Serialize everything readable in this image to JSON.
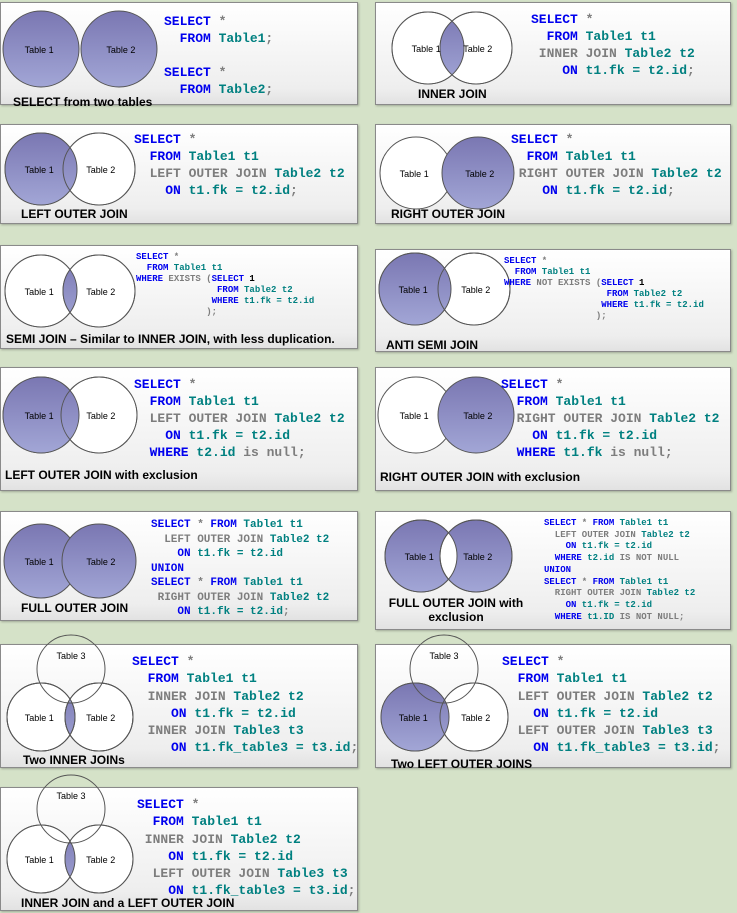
{
  "table1_label": "Table 1",
  "table2_label": "Table 2",
  "table3_label": "Table 3",
  "colors": {
    "fill": "#7a77b2",
    "fill_light": "#a2a6d6",
    "stroke": "#555555",
    "background": "#d5e2c8",
    "keyword": "#0000ee",
    "identifier": "#008080",
    "gray": "#7d7d7d"
  },
  "panels": [
    {
      "caption": "SELECT from two tables",
      "shade": [
        "a",
        "b"
      ],
      "sql": [
        [
          [
            "SELECT",
            "kw"
          ],
          [
            " *",
            "gy"
          ]
        ],
        [
          [
            "  FROM",
            "kw"
          ],
          [
            " Table1",
            "tl"
          ],
          [
            ";",
            "gy"
          ]
        ],
        [],
        [
          [
            "SELECT",
            "kw"
          ],
          [
            " *",
            "gy"
          ]
        ],
        [
          [
            "  FROM",
            "kw"
          ],
          [
            " Table2",
            "tl"
          ],
          [
            ";",
            "gy"
          ]
        ]
      ]
    },
    {
      "caption": "INNER JOIN",
      "shade": [
        "ab"
      ],
      "sql": [
        [
          [
            "SELECT",
            "kw"
          ],
          [
            " *",
            "gy"
          ]
        ],
        [
          [
            "  FROM",
            "kw"
          ],
          [
            " Table1 t1",
            "tl"
          ]
        ],
        [
          [
            " INNER JOIN",
            "gy"
          ],
          [
            " Table2 t2",
            "tl"
          ]
        ],
        [
          [
            "    ON",
            "kw"
          ],
          [
            " t1.fk = t2.id",
            "tl"
          ],
          [
            ";",
            "gy"
          ]
        ]
      ]
    },
    {
      "caption": "LEFT OUTER JOIN",
      "shade": [
        "a"
      ],
      "sql": [
        [
          [
            "SELECT",
            "kw"
          ],
          [
            " *",
            "gy"
          ]
        ],
        [
          [
            "  FROM",
            "kw"
          ],
          [
            " Table1 t1",
            "tl"
          ]
        ],
        [
          [
            "  LEFT OUTER JOIN",
            "gy"
          ],
          [
            " Table2 t2",
            "tl"
          ]
        ],
        [
          [
            "    ON",
            "kw"
          ],
          [
            " t1.fk = t2.id",
            "tl"
          ],
          [
            ";",
            "gy"
          ]
        ]
      ]
    },
    {
      "caption": "RIGHT OUTER JOIN",
      "shade": [
        "b"
      ],
      "sql": [
        [
          [
            "SELECT",
            "kw"
          ],
          [
            " *",
            "gy"
          ]
        ],
        [
          [
            "  FROM",
            "kw"
          ],
          [
            " Table1 t1",
            "tl"
          ]
        ],
        [
          [
            " RIGHT OUTER JOIN",
            "gy"
          ],
          [
            " Table2 t2",
            "tl"
          ]
        ],
        [
          [
            "    ON",
            "kw"
          ],
          [
            " t1.fk = t2.id",
            "tl"
          ],
          [
            ";",
            "gy"
          ]
        ]
      ]
    },
    {
      "caption": "SEMI JOIN – Similar to INNER JOIN, with less duplication.",
      "shade": [
        "ab"
      ],
      "sql": [
        [
          [
            "SELECT",
            "kw"
          ],
          [
            " *",
            "gy"
          ]
        ],
        [
          [
            "  FROM",
            "kw"
          ],
          [
            " Table1 t1",
            "tl"
          ]
        ],
        [
          [
            "WHERE",
            "kw"
          ],
          [
            " EXISTS (",
            "gy"
          ],
          [
            "SELECT",
            "kw"
          ],
          [
            " 1",
            "bk"
          ]
        ],
        [
          [
            "               FROM",
            "kw"
          ],
          [
            " Table2 t2",
            "tl"
          ]
        ],
        [
          [
            "              WHERE",
            "kw"
          ],
          [
            " t1.fk = t2.id",
            "tl"
          ]
        ],
        [
          [
            "             );",
            "gy"
          ]
        ]
      ]
    },
    {
      "caption": "ANTI SEMI JOIN",
      "shade": [
        "a"
      ],
      "sql": [
        [
          [
            "SELECT",
            "kw"
          ],
          [
            " *",
            "gy"
          ]
        ],
        [
          [
            "  FROM",
            "kw"
          ],
          [
            " Table1 t1",
            "tl"
          ]
        ],
        [
          [
            "WHERE",
            "kw"
          ],
          [
            " NOT EXISTS (",
            "gy"
          ],
          [
            "SELECT",
            "kw"
          ],
          [
            " 1",
            "bk"
          ]
        ],
        [
          [
            "                   FROM",
            "kw"
          ],
          [
            " Table2 t2",
            "tl"
          ]
        ],
        [
          [
            "                  WHERE",
            "kw"
          ],
          [
            " t1.fk = t2.id",
            "tl"
          ]
        ],
        [
          [
            "                 );",
            "gy"
          ]
        ]
      ]
    },
    {
      "caption": "LEFT OUTER JOIN with exclusion",
      "shade": [
        "a"
      ],
      "sql": [
        [
          [
            "SELECT",
            "kw"
          ],
          [
            " *",
            "gy"
          ]
        ],
        [
          [
            "  FROM",
            "kw"
          ],
          [
            " Table1 t1",
            "tl"
          ]
        ],
        [
          [
            "  LEFT OUTER JOIN",
            "gy"
          ],
          [
            " Table2 t2",
            "tl"
          ]
        ],
        [
          [
            "    ON",
            "kw"
          ],
          [
            " t1.fk = t2.id",
            "tl"
          ]
        ],
        [
          [
            "  WHERE",
            "kw"
          ],
          [
            " t2.id",
            "tl"
          ],
          [
            " is null;",
            "gy"
          ]
        ]
      ]
    },
    {
      "caption": "RIGHT OUTER JOIN with exclusion",
      "shade": [
        "b"
      ],
      "sql": [
        [
          [
            "SELECT",
            "kw"
          ],
          [
            " *",
            "gy"
          ]
        ],
        [
          [
            "  FROM",
            "kw"
          ],
          [
            " Table1 t1",
            "tl"
          ]
        ],
        [
          [
            "  RIGHT OUTER JOIN",
            "gy"
          ],
          [
            " Table2 t2",
            "tl"
          ]
        ],
        [
          [
            "    ON",
            "kw"
          ],
          [
            " t1.fk = t2.id",
            "tl"
          ]
        ],
        [
          [
            "  WHERE",
            "kw"
          ],
          [
            " t1.fk",
            "tl"
          ],
          [
            " is null;",
            "gy"
          ]
        ]
      ]
    },
    {
      "caption": "FULL OUTER JOIN",
      "shade": [
        "a",
        "b"
      ],
      "sql": [
        [
          [
            "SELECT",
            "kw"
          ],
          [
            " *",
            "gy"
          ],
          [
            " FROM",
            "kw"
          ],
          [
            " Table1 t1",
            "tl"
          ]
        ],
        [
          [
            "  LEFT OUTER JOIN",
            "gy"
          ],
          [
            " Table2 t2",
            "tl"
          ]
        ],
        [
          [
            "    ON",
            "kw"
          ],
          [
            " t1.fk = t2.id",
            "tl"
          ]
        ],
        [
          [
            "UNION",
            "kw"
          ]
        ],
        [
          [
            "SELECT",
            "kw"
          ],
          [
            " *",
            "gy"
          ],
          [
            " FROM",
            "kw"
          ],
          [
            " Table1 t1",
            "tl"
          ]
        ],
        [
          [
            " RIGHT OUTER JOIN",
            "gy"
          ],
          [
            " Table2 t2",
            "tl"
          ]
        ],
        [
          [
            "    ON",
            "kw"
          ],
          [
            " t1.fk = t2.id",
            "tl"
          ],
          [
            ";",
            "gy"
          ]
        ]
      ]
    },
    {
      "caption": "FULL OUTER JOIN with exclusion",
      "shade": [
        "a-only",
        "b-only"
      ],
      "sql": [
        [
          [
            "SELECT",
            "kw"
          ],
          [
            " *",
            "gy"
          ],
          [
            " FROM",
            "kw"
          ],
          [
            " Table1 t1",
            "tl"
          ]
        ],
        [
          [
            "  LEFT OUTER JOIN",
            "gy"
          ],
          [
            " Table2 t2",
            "tl"
          ]
        ],
        [
          [
            "    ON",
            "kw"
          ],
          [
            " t1.fk = t2.id",
            "tl"
          ]
        ],
        [
          [
            "  WHERE",
            "kw"
          ],
          [
            " t2.id",
            "tl"
          ],
          [
            " IS NOT NULL",
            "gy"
          ]
        ],
        [
          [
            "UNION",
            "kw"
          ]
        ],
        [
          [
            "SELECT",
            "kw"
          ],
          [
            " *",
            "gy"
          ],
          [
            " FROM",
            "kw"
          ],
          [
            " Table1 t1",
            "tl"
          ]
        ],
        [
          [
            "  RIGHT OUTER JOIN",
            "gy"
          ],
          [
            " Table2 t2",
            "tl"
          ]
        ],
        [
          [
            "    ON",
            "kw"
          ],
          [
            " t1.fk = t2.id",
            "tl"
          ]
        ],
        [
          [
            "  WHERE",
            "kw"
          ],
          [
            " t1.ID",
            "tl"
          ],
          [
            " IS NOT NULL;",
            "gy"
          ]
        ]
      ]
    },
    {
      "caption": "Two INNER JOINs",
      "shade": [
        "abc"
      ],
      "sql": [
        [
          [
            "SELECT",
            "kw"
          ],
          [
            " *",
            "gy"
          ]
        ],
        [
          [
            "  FROM",
            "kw"
          ],
          [
            " Table1 t1",
            "tl"
          ]
        ],
        [
          [
            "  INNER JOIN",
            "gy"
          ],
          [
            " Table2 t2",
            "tl"
          ]
        ],
        [
          [
            "     ON",
            "kw"
          ],
          [
            " t1.fk = t2.id",
            "tl"
          ]
        ],
        [
          [
            "  INNER JOIN",
            "gy"
          ],
          [
            " Table3 t3",
            "tl"
          ]
        ],
        [
          [
            "     ON",
            "kw"
          ],
          [
            " t1.fk_table3 = t3.id",
            "tl"
          ],
          [
            ";",
            "gy"
          ]
        ]
      ]
    },
    {
      "caption": "Two LEFT OUTER JOINS",
      "shade": [
        "a"
      ],
      "sql": [
        [
          [
            "SELECT",
            "kw"
          ],
          [
            " *",
            "gy"
          ]
        ],
        [
          [
            "  FROM",
            "kw"
          ],
          [
            " Table1 t1",
            "tl"
          ]
        ],
        [
          [
            "  LEFT OUTER JOIN",
            "gy"
          ],
          [
            " Table2 t2",
            "tl"
          ]
        ],
        [
          [
            "    ON",
            "kw"
          ],
          [
            " t1.fk = t2.id",
            "tl"
          ]
        ],
        [
          [
            "  LEFT OUTER JOIN",
            "gy"
          ],
          [
            " Table3 t3",
            "tl"
          ]
        ],
        [
          [
            "    ON",
            "kw"
          ],
          [
            " t1.fk_table3 = t3.id",
            "tl"
          ],
          [
            ";",
            "gy"
          ]
        ]
      ]
    },
    {
      "caption": "INNER JOIN and a LEFT OUTER JOIN",
      "shade": [
        "ab"
      ],
      "sql": [
        [
          [
            "SELECT",
            "kw"
          ],
          [
            " *",
            "gy"
          ]
        ],
        [
          [
            "  FROM",
            "kw"
          ],
          [
            " Table1 t1",
            "tl"
          ]
        ],
        [
          [
            " INNER JOIN",
            "gy"
          ],
          [
            " Table2 t2",
            "tl"
          ]
        ],
        [
          [
            "    ON",
            "kw"
          ],
          [
            " t1.fk = t2.id",
            "tl"
          ]
        ],
        [
          [
            "  LEFT OUTER JOIN",
            "gy"
          ],
          [
            " Table3 t3",
            "tl"
          ]
        ],
        [
          [
            "    ON",
            "kw"
          ],
          [
            " t1.fk_table3 = t3.id",
            "tl"
          ],
          [
            ";",
            "gy"
          ]
        ]
      ]
    }
  ]
}
